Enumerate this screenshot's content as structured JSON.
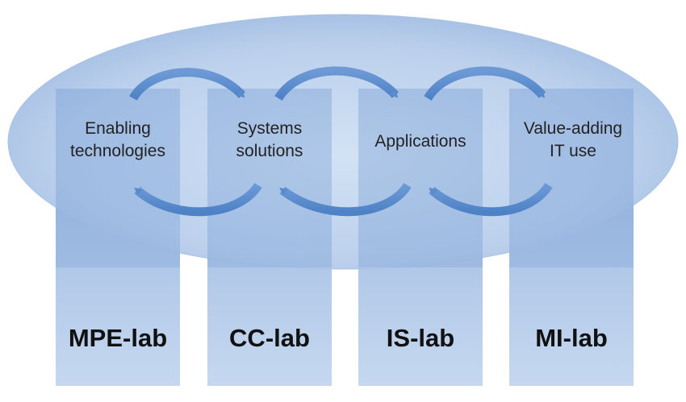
{
  "diagram": {
    "stages": [
      {
        "line1": "Enabling",
        "line2": "technologies"
      },
      {
        "line1": "Systems",
        "line2": "solutions"
      },
      {
        "line1": "Applications",
        "line2": ""
      },
      {
        "line1": "Value-adding",
        "line2": "IT use"
      }
    ],
    "labs": [
      "MPE-lab",
      "CC-lab",
      "IS-lab",
      "MI-lab"
    ],
    "colors": {
      "ellipse_light": "#c9dbf1",
      "ellipse_dark": "#9bb9e2",
      "pillar_top": "#8fb0dc",
      "pillar_bottom": "#c2d5ef",
      "arrow": "#5d8fcf",
      "text": "#222222"
    }
  }
}
